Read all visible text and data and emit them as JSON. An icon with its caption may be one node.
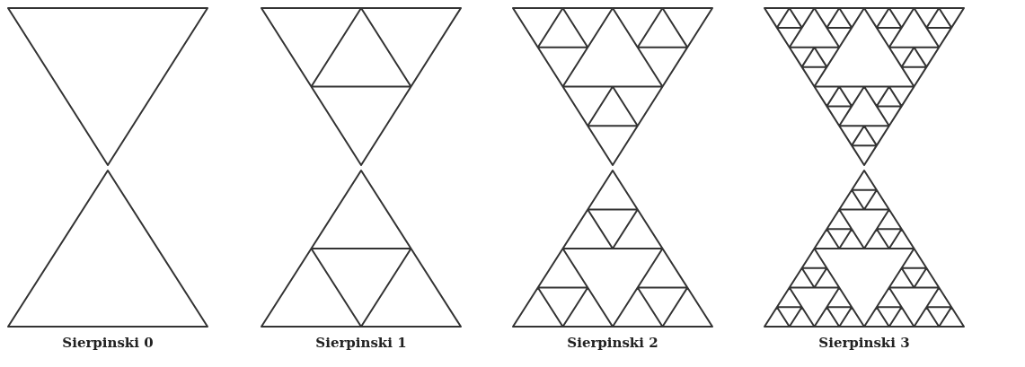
{
  "diagram": {
    "labels": [
      "Sierpinski 0",
      "Sierpinski 1",
      "Sierpinski 2",
      "Sierpinski 3"
    ]
  }
}
